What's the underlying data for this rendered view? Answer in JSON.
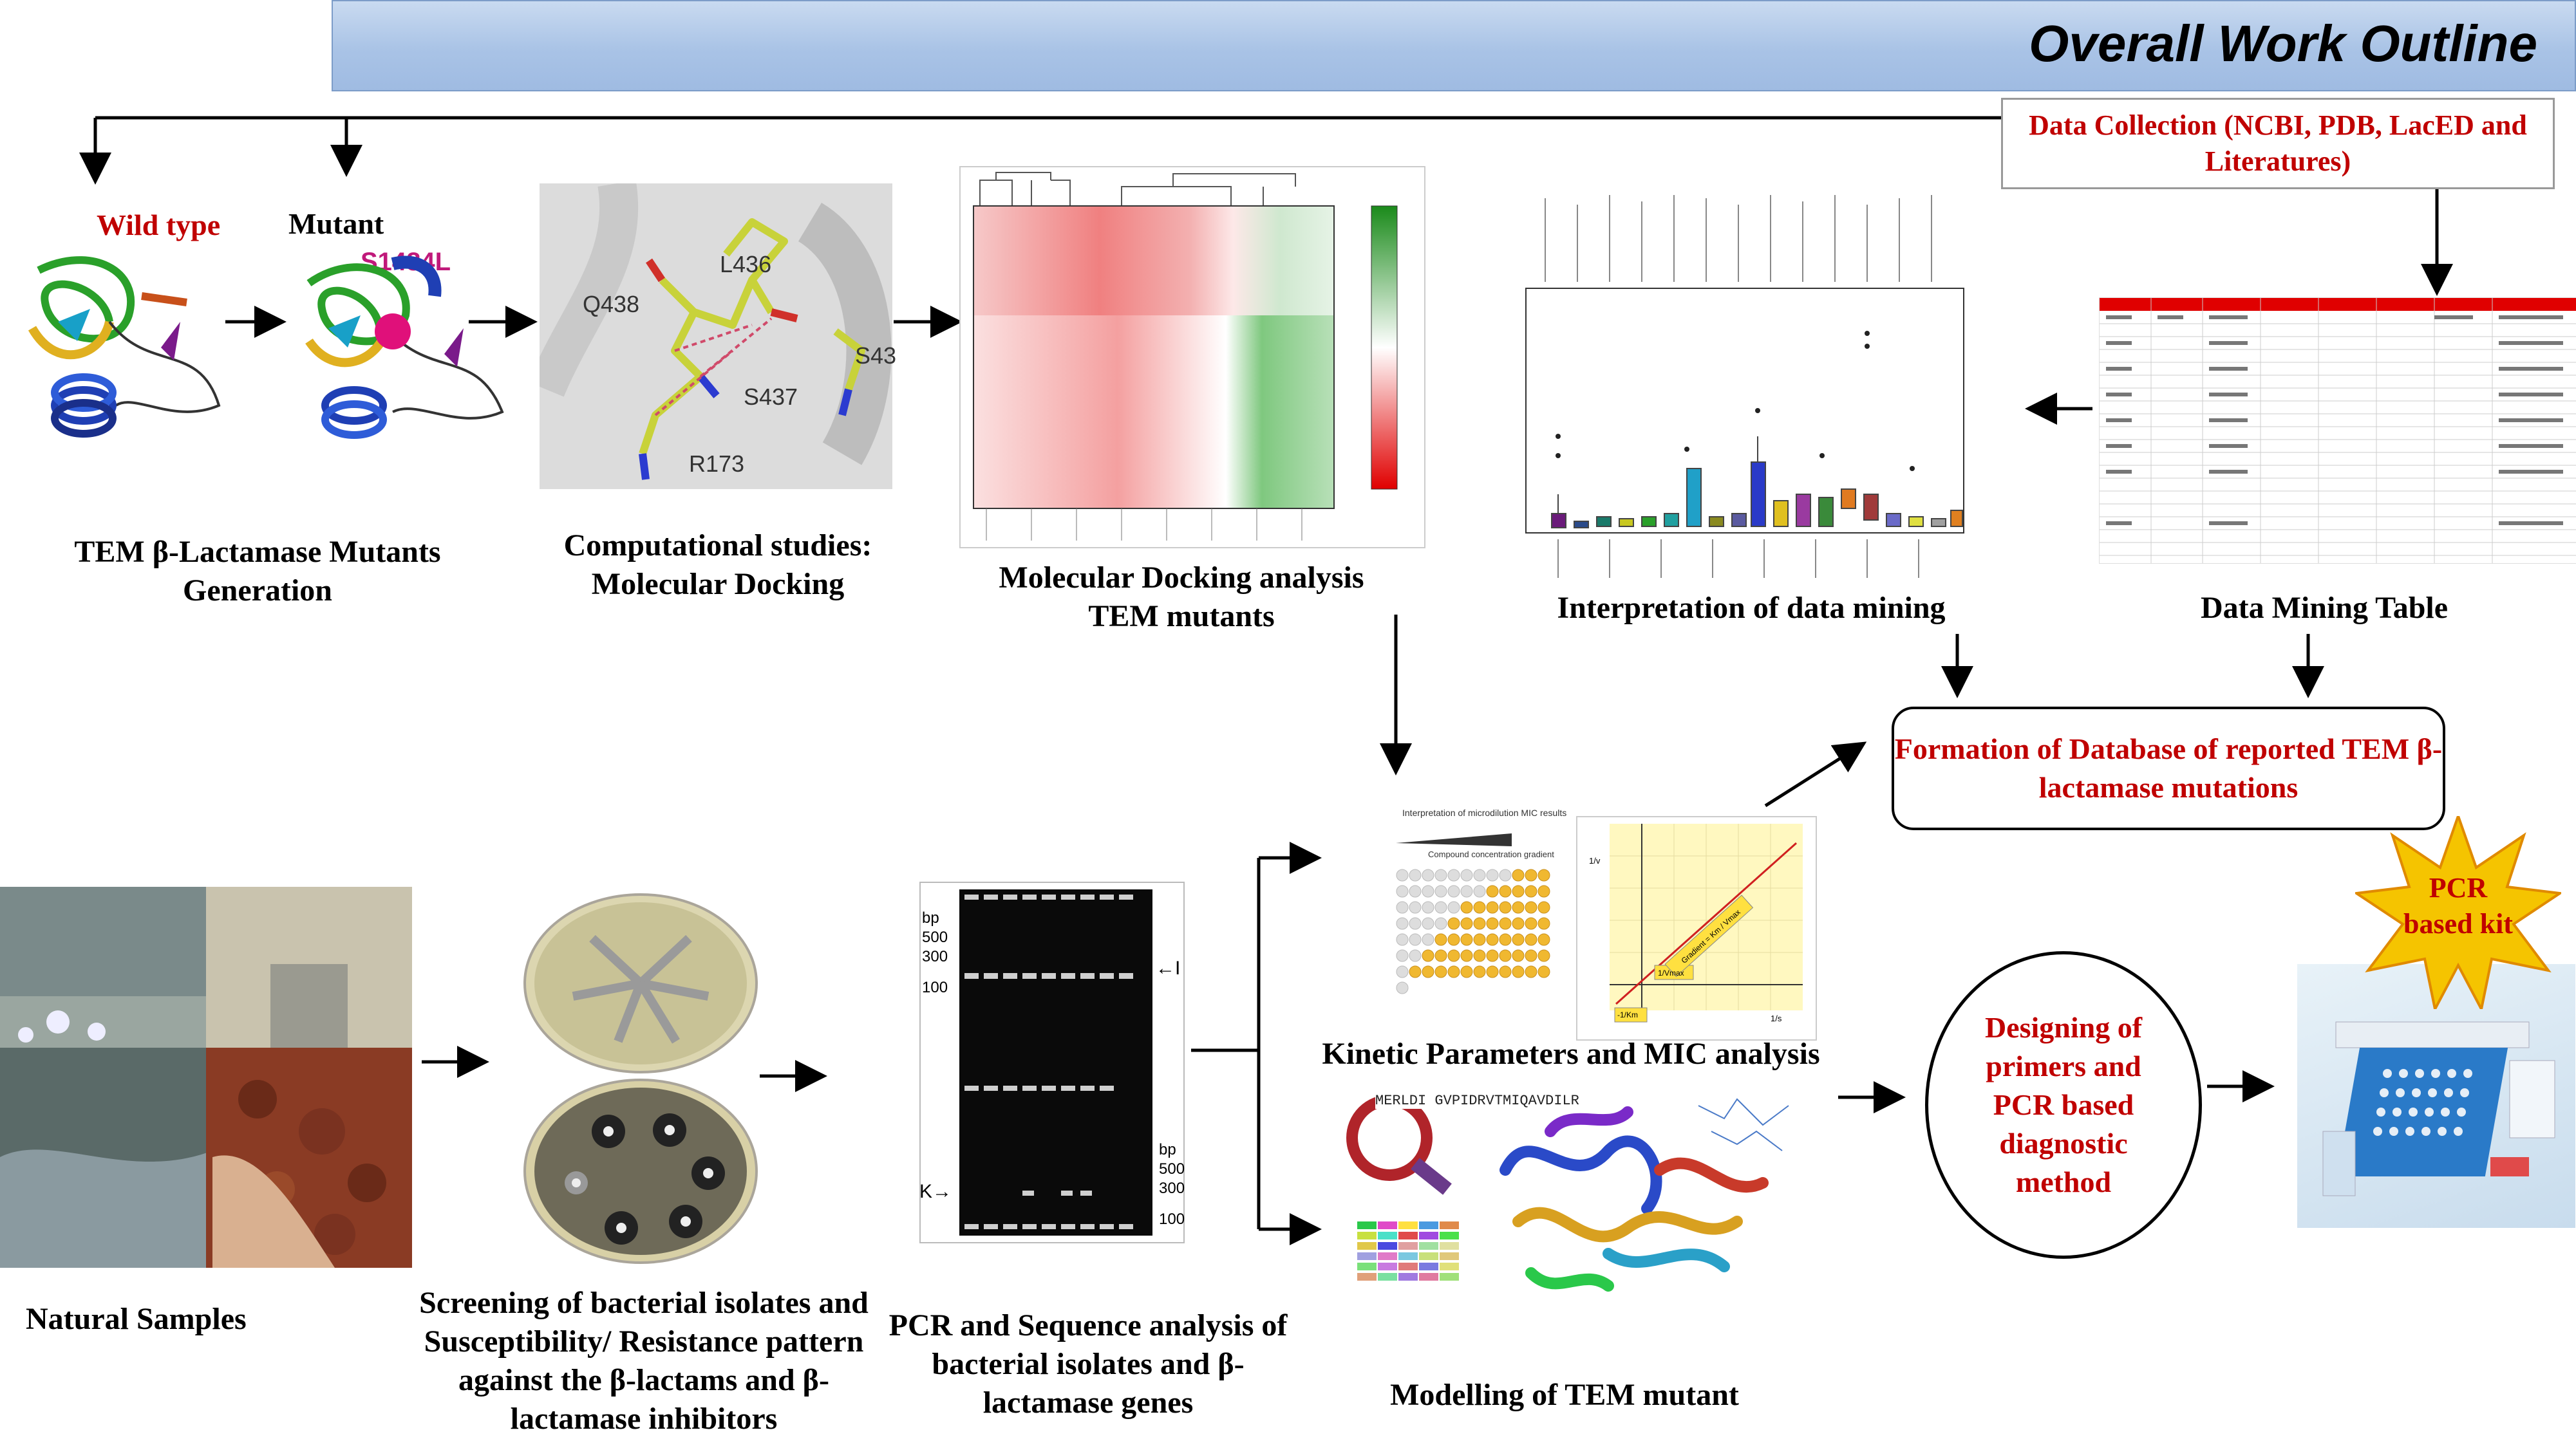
{
  "banner": {
    "title": "Overall  Work Outline"
  },
  "data_collection": {
    "text": "Data Collection (NCBI, PDB, LacED and Literatures)"
  },
  "protein": {
    "wild_label": "Wild type",
    "mutant_label": "Mutant",
    "mutation": "S1484L"
  },
  "docking_residues": [
    "L436",
    "Q438",
    "S437",
    "R173",
    "S43"
  ],
  "gel": {
    "bp_top": [
      "bp",
      "500",
      "300",
      "100"
    ],
    "bp_bottom": [
      "bp",
      "500",
      "300",
      "100"
    ],
    "marker_top": "I",
    "marker_bottom": "K"
  },
  "mic_panel": {
    "title": "Interpretation of microdilution MIC results",
    "gradient": "Compound concentration gradient",
    "line_label": "Gradient = Km / Vmax",
    "x_intercept": "-1/Km",
    "y_intercept": "1/Vmax",
    "y_axis": "1/v",
    "x_axis": "1/s"
  },
  "seq_snippet": "MERLDI GVPIDRVTMIQAVDILR",
  "star": {
    "text": "PCR based kit"
  },
  "labels": {
    "mutants_generation": "TEM β-Lactamase Mutants Generation",
    "computational": "Computational studies: Molecular Docking",
    "docking_analysis": "Molecular Docking analysis TEM mutants",
    "interpretation": "Interpretation of data mining",
    "data_mining_table": "Data Mining Table",
    "database": "Formation of Database of reported TEM β-lactamase mutations",
    "natural_samples": "Natural Samples",
    "screening": "Screening of bacterial isolates and Susceptibility/ Resistance pattern against the β-lactams and β-lactamase inhibitors",
    "pcr_sequence": "PCR and Sequence analysis of bacterial isolates and β-lactamase genes",
    "kinetic": "Kinetic Parameters and MIC analysis",
    "modelling": "Modelling of TEM mutant",
    "designing": "Designing of primers and PCR based diagnostic method"
  }
}
